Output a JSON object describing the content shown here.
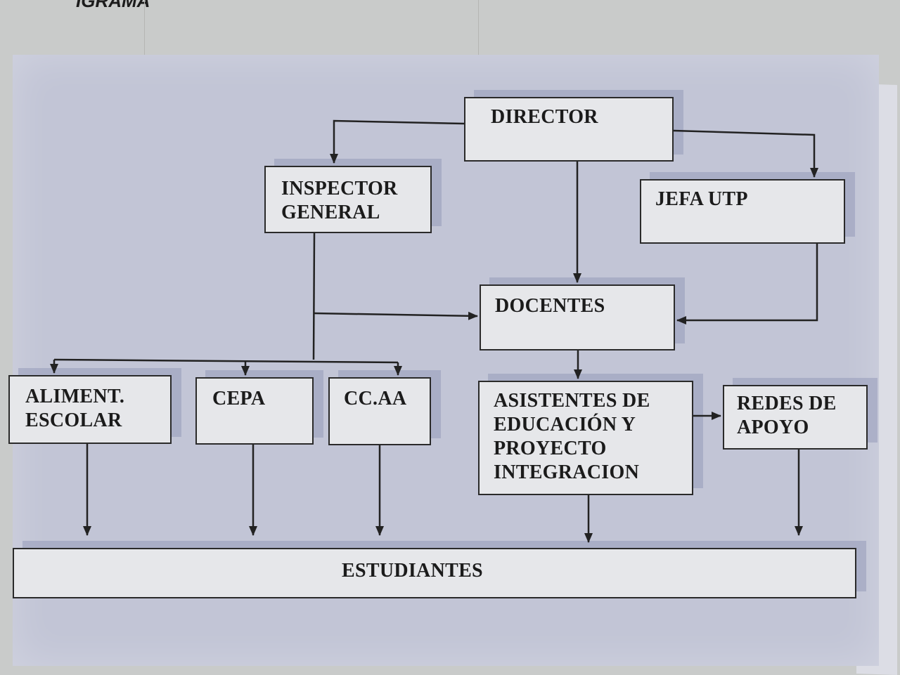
{
  "page": {
    "partial_heading": "IGRAMA"
  },
  "boxes": {
    "director": "DIRECTOR",
    "inspector_general": "INSPECTOR\nGENERAL",
    "jefa_utp": "JEFA UTP",
    "docentes": "DOCENTES",
    "aliment_escolar": "ALIMENT.\nESCOLAR",
    "cepa": "CEPA",
    "ccaa": "CC.AA",
    "asistentes": "ASISTENTES DE\nEDUCACIÓN Y\nPROYECTO\nINTEGRACION",
    "redes_apoyo": "REDES DE\nAPOYO",
    "estudiantes": "ESTUDIANTES"
  },
  "colors": {
    "panel": "#c2c5d6",
    "box_fill": "#e6e7ea",
    "line": "#222222"
  }
}
